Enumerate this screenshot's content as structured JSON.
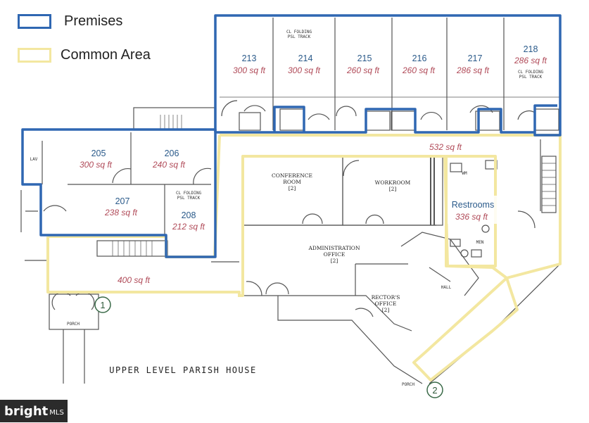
{
  "legend": {
    "premises": {
      "label": "Premises",
      "color": "#2f67b2"
    },
    "common_area": {
      "label": "Common Area",
      "color": "#f3e7a0"
    }
  },
  "rooms": [
    {
      "number": "213",
      "area": "300 sq ft"
    },
    {
      "number": "214",
      "area": "300 sq ft"
    },
    {
      "number": "215",
      "area": "260 sq ft"
    },
    {
      "number": "216",
      "area": "260 sq ft"
    },
    {
      "number": "217",
      "area": "286 sq ft"
    },
    {
      "number": "218",
      "area": "286 sq ft"
    },
    {
      "number": "205",
      "area": "300 sq ft"
    },
    {
      "number": "206",
      "area": "240 sq ft"
    },
    {
      "number": "207",
      "area": "238 sq ft"
    },
    {
      "number": "208",
      "area": "212 sq ft"
    }
  ],
  "common_areas": [
    {
      "area": "532 sq ft"
    },
    {
      "area": "400 sq ft"
    },
    {
      "label": "Restrooms",
      "area": "336 sq ft"
    }
  ],
  "plan_labels": {
    "conference_room": [
      "CONFERENCE",
      "ROOM",
      "[2]"
    ],
    "workroom": [
      "WORKROOM",
      "[2]"
    ],
    "administration": [
      "ADMINISTRATION",
      "OFFICE",
      "[2]"
    ],
    "rectors_office": [
      "RECTOR'S",
      "OFFICE",
      "[2]"
    ],
    "folding_1": [
      "CL FOLDING",
      "PSL TRACK"
    ],
    "folding_2": [
      "CL FOLDING",
      "PSL TRACK"
    ],
    "folding_3": [
      "CL FOLDING",
      "PSL TRACK"
    ],
    "wm": "WM",
    "men": "MEN",
    "hall": "HALL",
    "porch_1": "PORCH",
    "porch_2": "PORCH",
    "lav": "LAV",
    "caption": "UPPER LEVEL PARISH HOUSE"
  },
  "markers": [
    "1",
    "2"
  ],
  "watermark": {
    "brand": "bright",
    "suffix": "MLS"
  }
}
